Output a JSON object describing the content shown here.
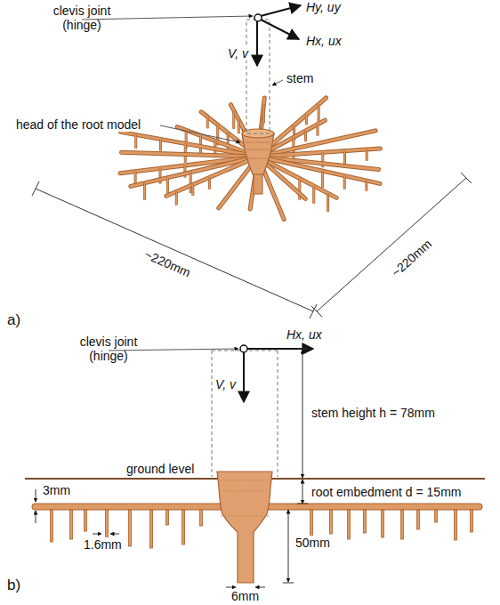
{
  "diagram": {
    "labels": [
      "clevis joint (hinge)",
      "Hy, uy",
      "Hx, ux",
      "V, v",
      "stem",
      "head of the root model",
      "~220mm",
      "~220mm",
      "a)",
      "clevis joint (hinge)",
      "Hx, ux",
      "V, v",
      "stem height h = 78mm",
      "ground level",
      "root embedment d = 15mm",
      "3mm",
      "1.6mm",
      "6mm",
      "50mm",
      "b)"
    ]
  }
}
